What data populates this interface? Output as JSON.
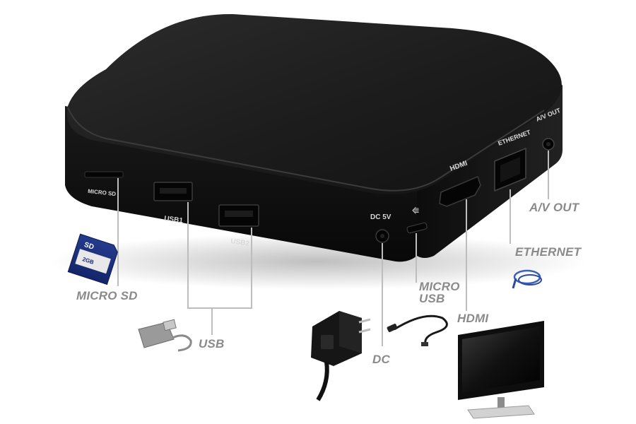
{
  "device": {
    "ports": {
      "micro_sd": "MICRO SD",
      "usb1": "USB1",
      "usb2": "USB2",
      "dc": "DC 5V",
      "hdmi": "HDMI",
      "ethernet": "ETHERNET",
      "av_out": "A/V OUT"
    },
    "sd_card_text": "SD",
    "sd_card_capacity": "2GB"
  },
  "callouts": {
    "micro_sd": "MICRO SD",
    "usb": "USB",
    "dc": "DC",
    "micro_usb_line1": "MICRO",
    "micro_usb_line2": "USB",
    "hdmi": "HDMI",
    "ethernet": "ETHERNET",
    "av_out": "A/V OUT"
  },
  "colors": {
    "box": "#1c1c1c",
    "label": "#8a8a8a",
    "leader_line": "#bdbdbd"
  }
}
